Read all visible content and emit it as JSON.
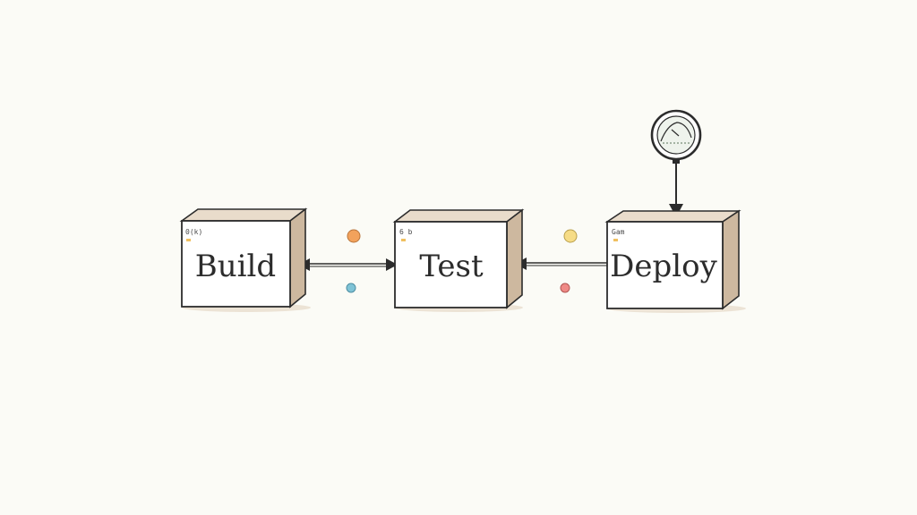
{
  "diagram": {
    "stages": [
      {
        "label": "Build",
        "tag": "0(k)"
      },
      {
        "label": "Test",
        "tag": "6 b"
      },
      {
        "label": "Deploy",
        "tag": "Gam"
      }
    ],
    "gauge": {
      "icon": "gauge-icon"
    },
    "colors": {
      "background": "#fbfbf6",
      "box": "#ffffff",
      "side": "#cdb89f",
      "top": "#e9dccb",
      "ink": "#2c2c2c",
      "dot_orange": "#f2a25c",
      "dot_yellow": "#f6dc86",
      "dot_blue": "#7fc3d6",
      "dot_red": "#ef8a86"
    }
  }
}
